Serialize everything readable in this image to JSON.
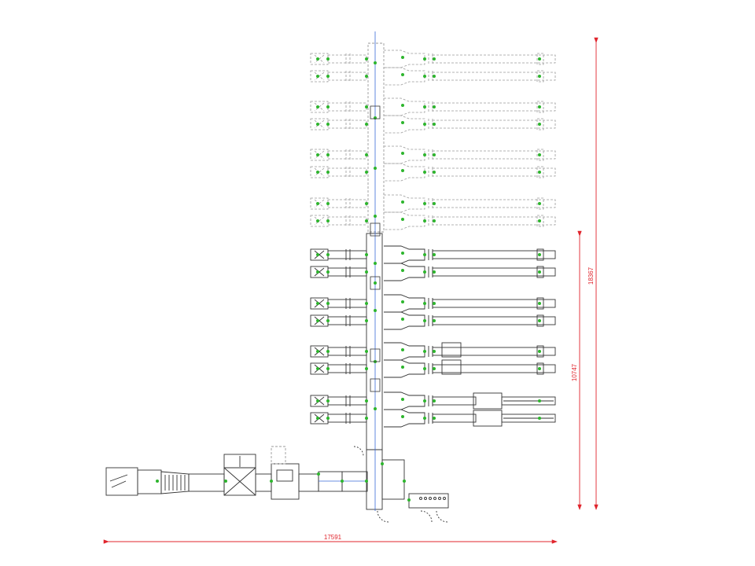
{
  "drawing": {
    "dimensions": {
      "overall_width": "17591",
      "overall_height": "18367",
      "section_height": "10747"
    },
    "colors": {
      "line": "#333333",
      "dashed": "#9a9a9a",
      "node": "#2db52d",
      "dimension": "#e0242c",
      "axis": "#3a6ad8"
    },
    "planned_branch_groups": 4,
    "built_branch_groups": 4,
    "branches_per_group": 2
  }
}
